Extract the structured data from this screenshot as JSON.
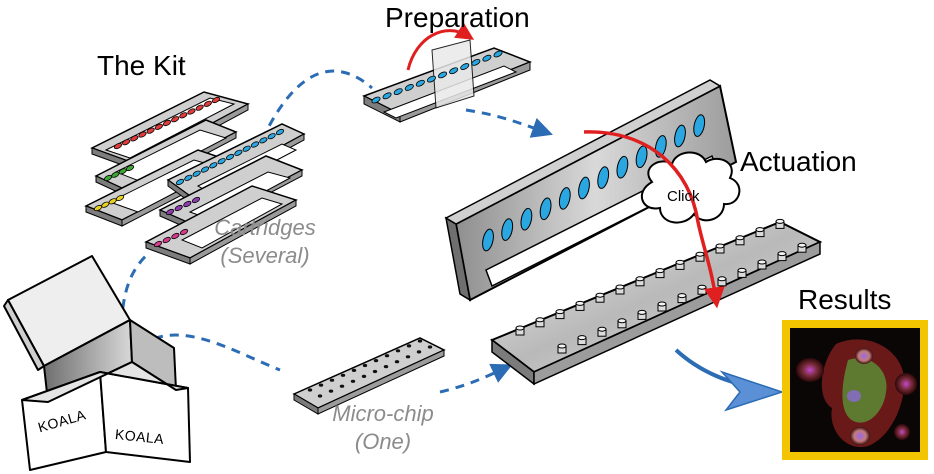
{
  "labels": {
    "kit": "The Kit",
    "preparation": "Preparation",
    "actuation": "Actuation",
    "results": "Results",
    "click": "Click",
    "cartridges_line1": "Cartridges",
    "cartridges_line2": "(Several)",
    "microchip_line1": "Micro-chip",
    "microchip_line2": "(One)",
    "box_front": "KOALA",
    "box_side": "KOALA"
  },
  "colors": {
    "flow_arrow": "#2b6cb5",
    "action_arrow": "#e02020",
    "well_blue": "#2aa7e0",
    "well_red": "#e23b3b",
    "well_green": "#3fa535",
    "well_yellow": "#e8d21e",
    "well_purple": "#8e3bb0",
    "well_magenta": "#d63a8a",
    "results_frame": "#f2c500"
  }
}
